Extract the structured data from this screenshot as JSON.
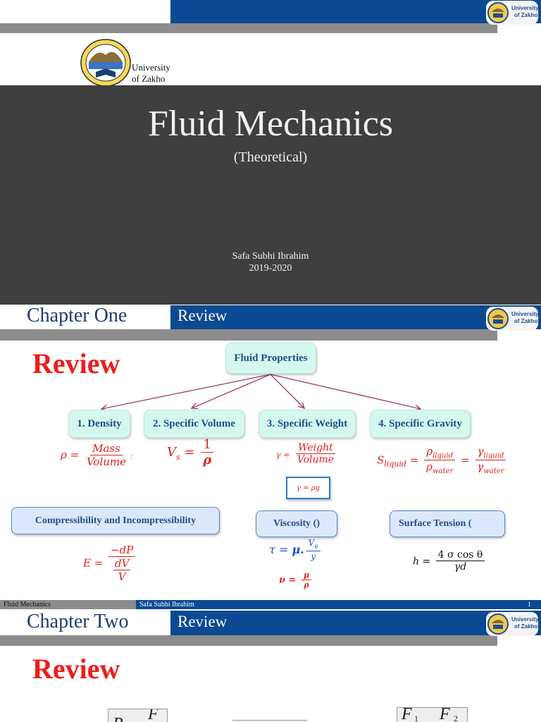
{
  "logo": {
    "line1": "University",
    "line2": "of Zakho",
    "badge_text_1": "University",
    "badge_text_2": "of Zakho"
  },
  "slide1": {
    "title": "Fluid Mechanics",
    "subtitle": "(Theoretical)",
    "author": "Safa Subhi Ibrahim",
    "year": "2019-2020"
  },
  "slide2": {
    "header_left": "Chapter One",
    "header_right": "Review",
    "review": "Review",
    "root": "Fluid Properties",
    "props": [
      "1. Density",
      "2. Specific Volume",
      "3. Specific Weight",
      "4. Specific Gravity"
    ],
    "props2": [
      "Compressibility and Incompressibility",
      "Viscosity ()",
      "Surface Tension ("
    ],
    "formulas": {
      "density_lhs": "ρ =",
      "density_num": "Mass",
      "density_den": "Volume",
      "density_tail": ":",
      "sv_lhs": "V",
      "sv_sub": "s",
      "sv_eq": "=",
      "sv_num": "1",
      "sv_den": "ρ",
      "sw_lhs": "γ =",
      "sw_num": "Weight",
      "sw_den": "Volume",
      "gamma_box": "γ = ρg",
      "sg_lhs": "S",
      "sg_sub": "liquid",
      "sg_eq": "=",
      "sg_num1": "ρ",
      "sg_num1_sub": "liquid",
      "sg_den1": "ρ",
      "sg_den1_sub": "water",
      "sg_eq2": "=",
      "sg_num2": "γ",
      "sg_num2_sub": "liquid",
      "sg_den2": "γ",
      "sg_den2_sub": "water",
      "e_lhs": "E =",
      "e_num": "−dP",
      "e_den_num": "dV",
      "e_den_den": "V",
      "tau_lhs": "τ =",
      "tau_mu": "μ.",
      "tau_num": "V",
      "tau_num_sub": "e",
      "tau_den": "y",
      "nu_lhs": "ν =",
      "nu_num": "μ",
      "nu_den": "ρ",
      "h_lhs": "h =",
      "h_num": "4 σ  cos θ",
      "h_den": "γd"
    },
    "footer_left": "Fluid Mechanics",
    "footer_mid": "Safa Subhi Ibrahim",
    "footer_page": "1"
  },
  "slide3": {
    "header_left": "Chapter Two",
    "header_right": "Review",
    "review": "Review",
    "f_left_1": "P",
    "f_left_2": "F",
    "f_right_1": "F",
    "f_right_sub1": "1",
    "f_right_2": "F",
    "f_right_sub2": "2"
  },
  "colors": {
    "header_blue": "#0b4a92",
    "review_red": "#ee1c1c",
    "formula_red": "#e0201f",
    "box_text": "#1f4f8a",
    "dark_bg": "#3f3f3f"
  }
}
